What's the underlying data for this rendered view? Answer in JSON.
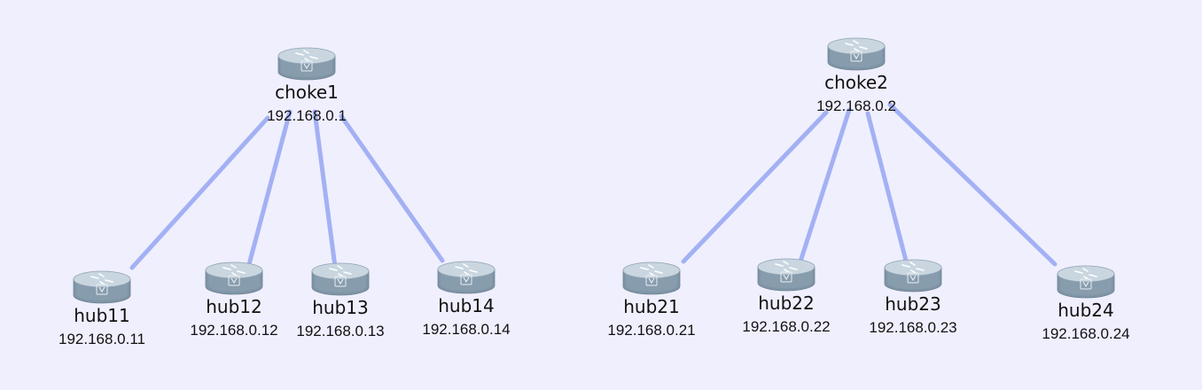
{
  "colors": {
    "background": "#f0effe",
    "link": "#a3b1f4",
    "router_top": "#c9d6e0",
    "router_side": "#7f95a6",
    "router_arrow": "#ffffff"
  },
  "icon": "router-icon",
  "nodes": [
    {
      "id": "choke1",
      "name": "choke1",
      "ip": "192.168.0.1"
    },
    {
      "id": "choke2",
      "name": "choke2",
      "ip": "192.168.0.2"
    },
    {
      "id": "hub11",
      "name": "hub11",
      "ip": "192.168.0.11"
    },
    {
      "id": "hub12",
      "name": "hub12",
      "ip": "192.168.0.12"
    },
    {
      "id": "hub13",
      "name": "hub13",
      "ip": "192.168.0.13"
    },
    {
      "id": "hub14",
      "name": "hub14",
      "ip": "192.168.0.14"
    },
    {
      "id": "hub21",
      "name": "hub21",
      "ip": "192.168.0.21"
    },
    {
      "id": "hub22",
      "name": "hub22",
      "ip": "192.168.0.22"
    },
    {
      "id": "hub23",
      "name": "hub23",
      "ip": "192.168.0.23"
    },
    {
      "id": "hub24",
      "name": "hub24",
      "ip": "192.168.0.24"
    }
  ],
  "links": [
    {
      "from": "choke1",
      "to": "hub11"
    },
    {
      "from": "choke1",
      "to": "hub12"
    },
    {
      "from": "choke1",
      "to": "hub13"
    },
    {
      "from": "choke1",
      "to": "hub14"
    },
    {
      "from": "choke2",
      "to": "hub21"
    },
    {
      "from": "choke2",
      "to": "hub22"
    },
    {
      "from": "choke2",
      "to": "hub23"
    },
    {
      "from": "choke2",
      "to": "hub24"
    }
  ]
}
